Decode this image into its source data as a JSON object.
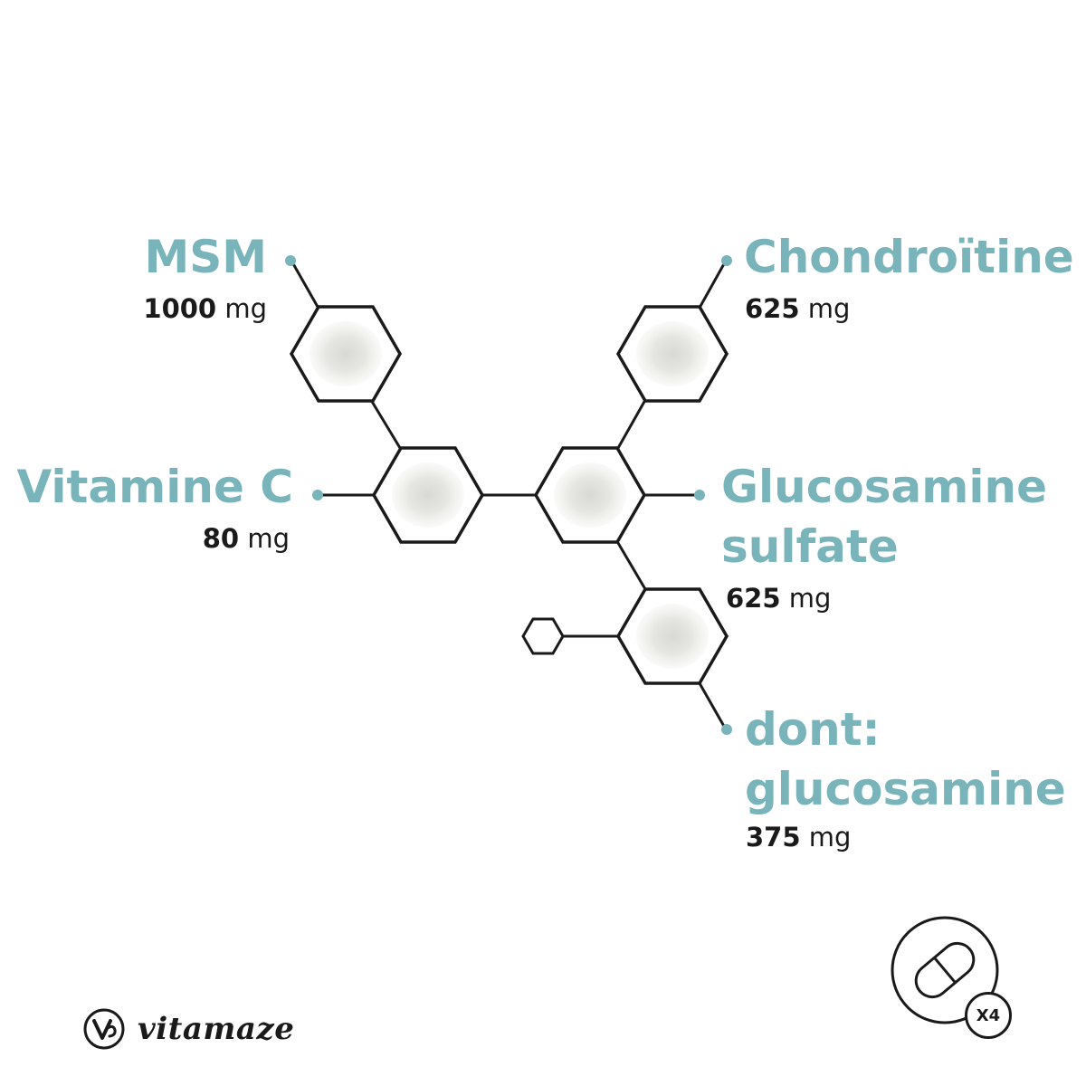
{
  "ingredients": [
    {
      "id": "msm",
      "name": "MSM",
      "amount": "1000",
      "unit": "mg"
    },
    {
      "id": "chondroitine",
      "name": "Chondroïtine",
      "amount": "625",
      "unit": "mg"
    },
    {
      "id": "vitamine-c",
      "name": "Vitamine C",
      "amount": "80",
      "unit": "mg"
    },
    {
      "id": "glucosamine-sulfate",
      "name_line1": "Glucosamine",
      "name_line2": "sulfate",
      "amount": "625",
      "unit": "mg"
    },
    {
      "id": "glucosamine",
      "name_line1": "dont:",
      "name_line2": "glucosamine",
      "amount": "375",
      "unit": "mg"
    }
  ],
  "brand": {
    "name": "vitamaze",
    "logo_icon": "vitamaze-logo-icon"
  },
  "capsule": {
    "icon": "capsule-icon",
    "quantity": "X4"
  },
  "colors": {
    "accent": "#78b4ba",
    "text": "#1a1a1a",
    "line": "#1a1a1a",
    "powder": "#e9e9e6"
  }
}
